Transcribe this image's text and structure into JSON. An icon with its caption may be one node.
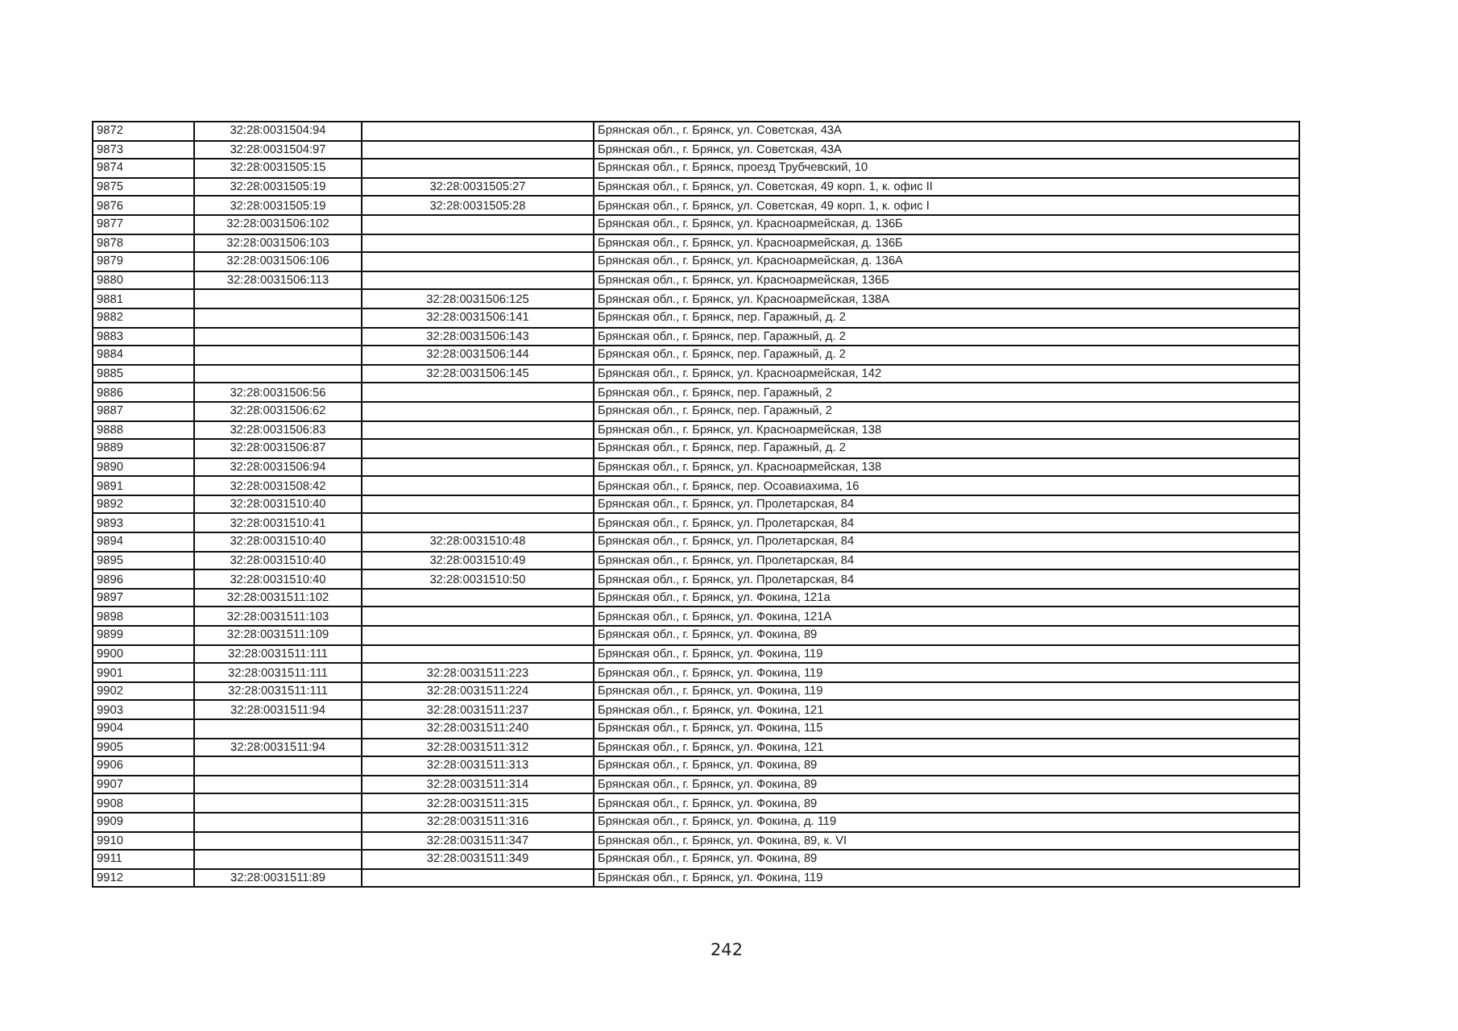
{
  "diagram": {
    "labels": [
      "9872",
      "32:28:0031504:94",
      "Брянская обл., г. Брянск, ул. Советская, 43А",
      "9873",
      "32:28:0031504:97",
      "Брянская обл., г. Брянск, ул. Советская, 43А",
      "9874",
      "32:28:0031505:15",
      "Брянская обл., г. Брянск, проезд Трубчевский, 10",
      "9875",
      "32:28:0031505:19",
      "32:28:0031505:27",
      "Брянская обл., г. Брянск, ул. Советская, 49 корп. 1, к. офис II",
      "9876",
      "32:28:0031505:19",
      "32:28:0031505:28",
      "Брянская обл., г. Брянск, ул. Советская, 49 корп. 1, к. офис I",
      "9877",
      "32:28:0031506:102",
      "Брянская обл., г. Брянск, ул. Красноармейская, д. 136Б",
      "9878",
      "32:28:0031506:103",
      "Брянская обл., г. Брянск, ул. Красноармейская, д. 136Б",
      "9879",
      "32:28:0031506:106",
      "Брянская обл., г. Брянск, ул. Красноармейская, д. 136А",
      "9880",
      "32:28:0031506:113",
      "Брянская обл., г. Брянск, ул. Красноармейская, 136Б",
      "9881",
      "32:28:0031506:125",
      "Брянская обл., г. Брянск, ул. Красноармейская, 138А",
      "9882",
      "32:28:0031506:141",
      "Брянская обл., г. Брянск, пер. Гаражный, д. 2",
      "9883",
      "32:28:0031506:143",
      "Брянская обл., г. Брянск, пер. Гаражный, д. 2",
      "9884",
      "32:28:0031506:144",
      "Брянская обл., г. Брянск, пер. Гаражный, д. 2",
      "9885",
      "32:28:0031506:145",
      "Брянская обл., г. Брянск, ул. Красноармейская, 142",
      "9886",
      "32:28:0031506:56",
      "Брянская обл., г. Брянск, пер. Гаражный, 2",
      "9887",
      "32:28:0031506:62",
      "Брянская обл., г. Брянск, пер. Гаражный, 2",
      "9888",
      "32:28:0031506:83",
      "Брянская обл., г. Брянск, ул. Красноармейская, 138",
      "9889",
      "32:28:0031506:87",
      "Брянская обл., г. Брянск, пер. Гаражный, д. 2",
      "9890",
      "32:28:0031506:94",
      "Брянская обл., г. Брянск, ул. Красноармейская, 138",
      "9891",
      "32:28:0031508:42",
      "Брянская обл., г. Брянск, пер. Осоавиахима, 16",
      "9892",
      "32:28:0031510:40",
      "Брянская обл., г. Брянск, ул. Пролетарская, 84",
      "9893",
      "32:28:0031510:41",
      "Брянская обл., г. Брянск, ул. Пролетарская, 84",
      "9894",
      "32:28:0031510:40",
      "32:28:0031510:48",
      "Брянская обл., г. Брянск, ул. Пролетарская, 84",
      "9895",
      "32:28:0031510:40",
      "32:28:0031510:49",
      "Брянская обл., г. Брянск, ул. Пролетарская, 84",
      "9896",
      "32:28:0031510:40",
      "32:28:0031510:50",
      "Брянская обл., г. Брянск, ул. Пролетарская, 84",
      "9897",
      "32:28:0031511:102",
      "Брянская обл., г. Брянск, ул. Фокина, 121а",
      "9898",
      "32:28:0031511:103",
      "Брянская обл., г. Брянск, ул. Фокина, 121А",
      "9899",
      "32:28:0031511:109",
      "Брянская обл., г. Брянск, ул. Фокина, 89",
      "9900",
      "32:28:0031511:111",
      "Брянская обл., г. Брянск, ул. Фокина, 119",
      "9901",
      "32:28:0031511:111",
      "32:28:0031511:223",
      "Брянская обл., г. Брянск, ул. Фокина, 119",
      "9902",
      "32:28:0031511:111",
      "32:28:0031511:224",
      "Брянская обл., г. Брянск, ул. Фокина, 119",
      "9903",
      "32:28:0031511:94",
      "32:28:0031511:237",
      "Брянская обл., г. Брянск, ул. Фокина, 121",
      "9904",
      "32:28:0031511:240",
      "Брянская обл., г. Брянск, ул. Фокина, 115",
      "9905",
      "32:28:0031511:94",
      "32:28:0031511:312",
      "Брянская обл., г. Брянск, ул. Фокина, 121",
      "9906",
      "32:28:0031511:313",
      "Брянская обл., г. Брянск, ул. Фокина, 89",
      "9907",
      "32:28:0031511:314",
      "Брянская обл., г. Брянск, ул. Фокина, 89",
      "9908",
      "32:28:0031511:315",
      "Брянская обл., г. Брянск, ул. Фокина, 89",
      "9909",
      "32:28:0031511:316",
      "Брянская обл., г. Брянск, ул. Фокина, д. 119",
      "9910",
      "32:28:0031511:347",
      "Брянская обл., г. Брянск, ул. Фокина, 89, к. VI",
      "9911",
      "32:28:0031511:349",
      "Брянская обл., г. Брянск, ул. Фокина, 89",
      "9912",
      "32:28:0031511:89",
      "Брянская обл., г. Брянск, ул. Фокина, 119",
      "242"
    ]
  }
}
